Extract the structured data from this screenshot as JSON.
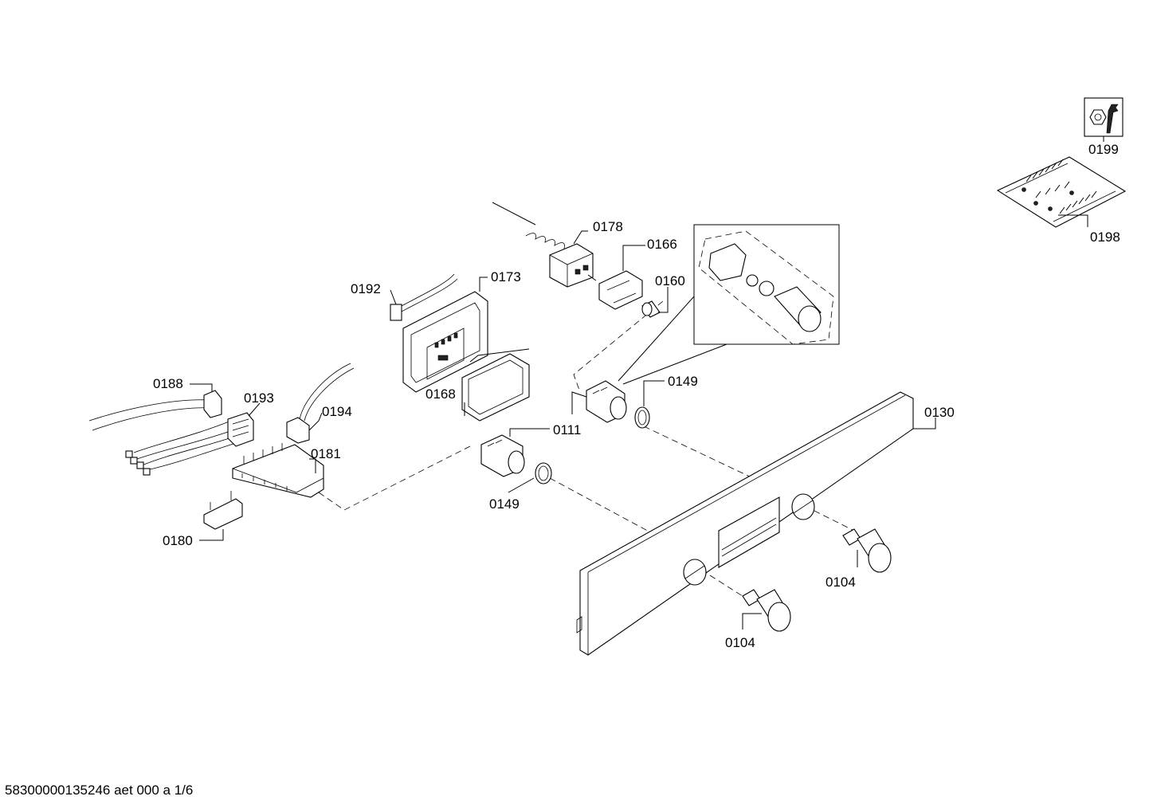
{
  "labels": {
    "l0199": "0199",
    "l0198": "0198",
    "l0178": "0178",
    "l0166": "0166",
    "l0160": "0160",
    "l0192": "0192",
    "l0173": "0173",
    "l0188": "0188",
    "l0193": "0193",
    "l0194": "0194",
    "l0168": "0168",
    "l0149a": "0149",
    "l0111": "0111",
    "l0130": "0130",
    "l0181": "0181",
    "l0149b": "0149",
    "l0180": "0180",
    "l0104a": "0104",
    "l0104b": "0104"
  },
  "icons": {
    "service_tool": "wrench-nut-icon"
  },
  "footer": {
    "document_id": "58300000135246 aet 000 a 1/6"
  }
}
